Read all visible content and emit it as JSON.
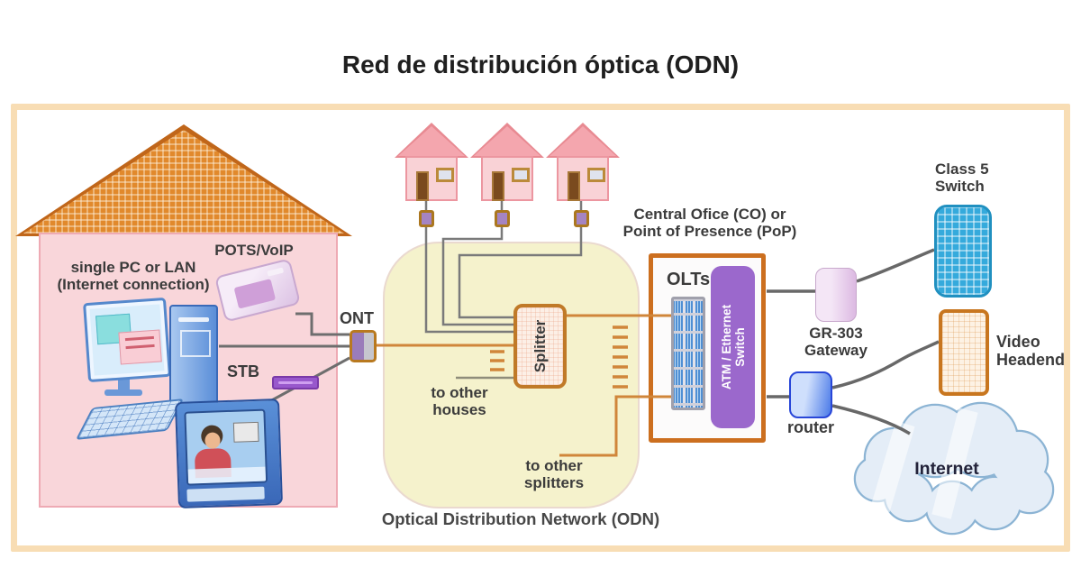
{
  "title": "Red de distribución óptica (ODN)",
  "house": {
    "pc_label": {
      "line1": "single PC or LAN",
      "line2": "(Internet connection)"
    },
    "pots_voip": "POTS/VoIP",
    "stb": "STB",
    "ont": "ONT"
  },
  "odn": {
    "splitter": "Splitter",
    "to_other_houses": {
      "line1": "to other",
      "line2": "houses"
    },
    "to_other_splitters": {
      "line1": "to other",
      "line2": "splitters"
    },
    "caption": "Optical Distribution Network (ODN)"
  },
  "central_office": {
    "heading": {
      "line1": "Central Ofice (CO) or",
      "line2": "Point of Presence (PoP)"
    },
    "olts": "OLTs",
    "switch": {
      "line1": "ATM / Ethernet",
      "line2": "Switch"
    }
  },
  "core": {
    "gr303": {
      "line1": "GR-303",
      "line2": "Gateway"
    },
    "router": "router",
    "class5": {
      "line1": "Class 5",
      "line2": "Switch"
    },
    "video_headend": {
      "line1": "Video",
      "line2": "Headend"
    },
    "internet": "Internet"
  },
  "colors": {
    "frame_border": "#f8ddb4",
    "odn_fill": "#f5f2cc",
    "co_border": "#cc6f1f",
    "switch_purple": "#9b68cc",
    "class5_blue": "#35aadc",
    "line_orange": "#d0863a",
    "line_gray": "#6e6e6e",
    "house_pink": "#f9d6da",
    "roof_orange": "#e1892c"
  }
}
